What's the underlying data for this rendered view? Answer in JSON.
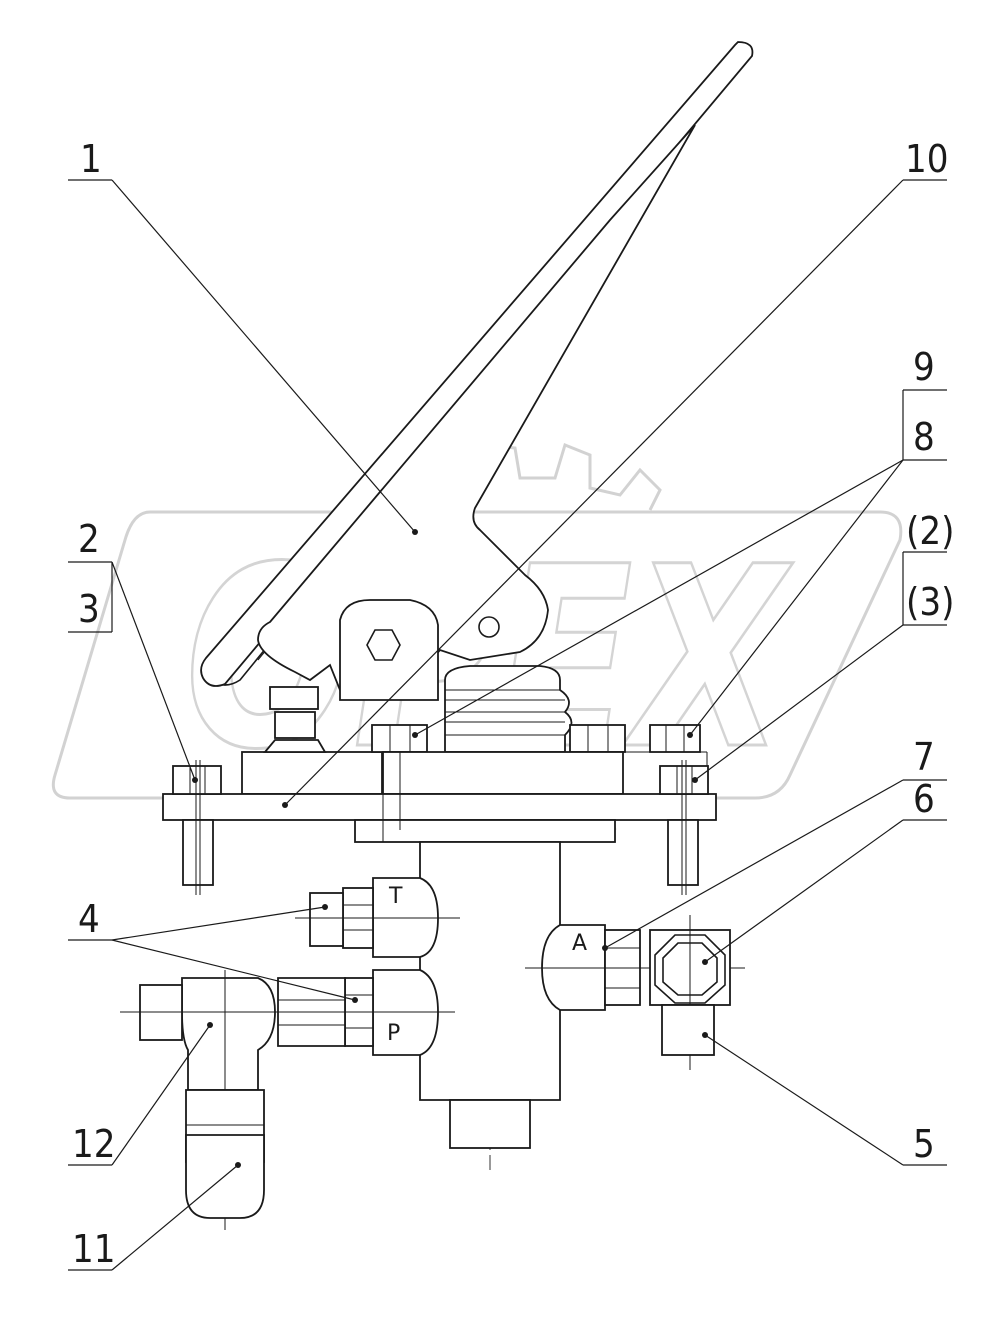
{
  "watermark": {
    "text": "OPEX"
  },
  "corner_mark": "",
  "labels": {
    "l1": "1",
    "l2": "2",
    "l3": "3",
    "l4": "4",
    "l5": "5",
    "l6": "6",
    "l7": "7",
    "l8": "8",
    "l9": "9",
    "l10": "10",
    "l11": "11",
    "l12": "12",
    "l2b": "(2)",
    "l3b": "(3)"
  },
  "ports": {
    "t": "T",
    "p": "P",
    "a": "A"
  }
}
